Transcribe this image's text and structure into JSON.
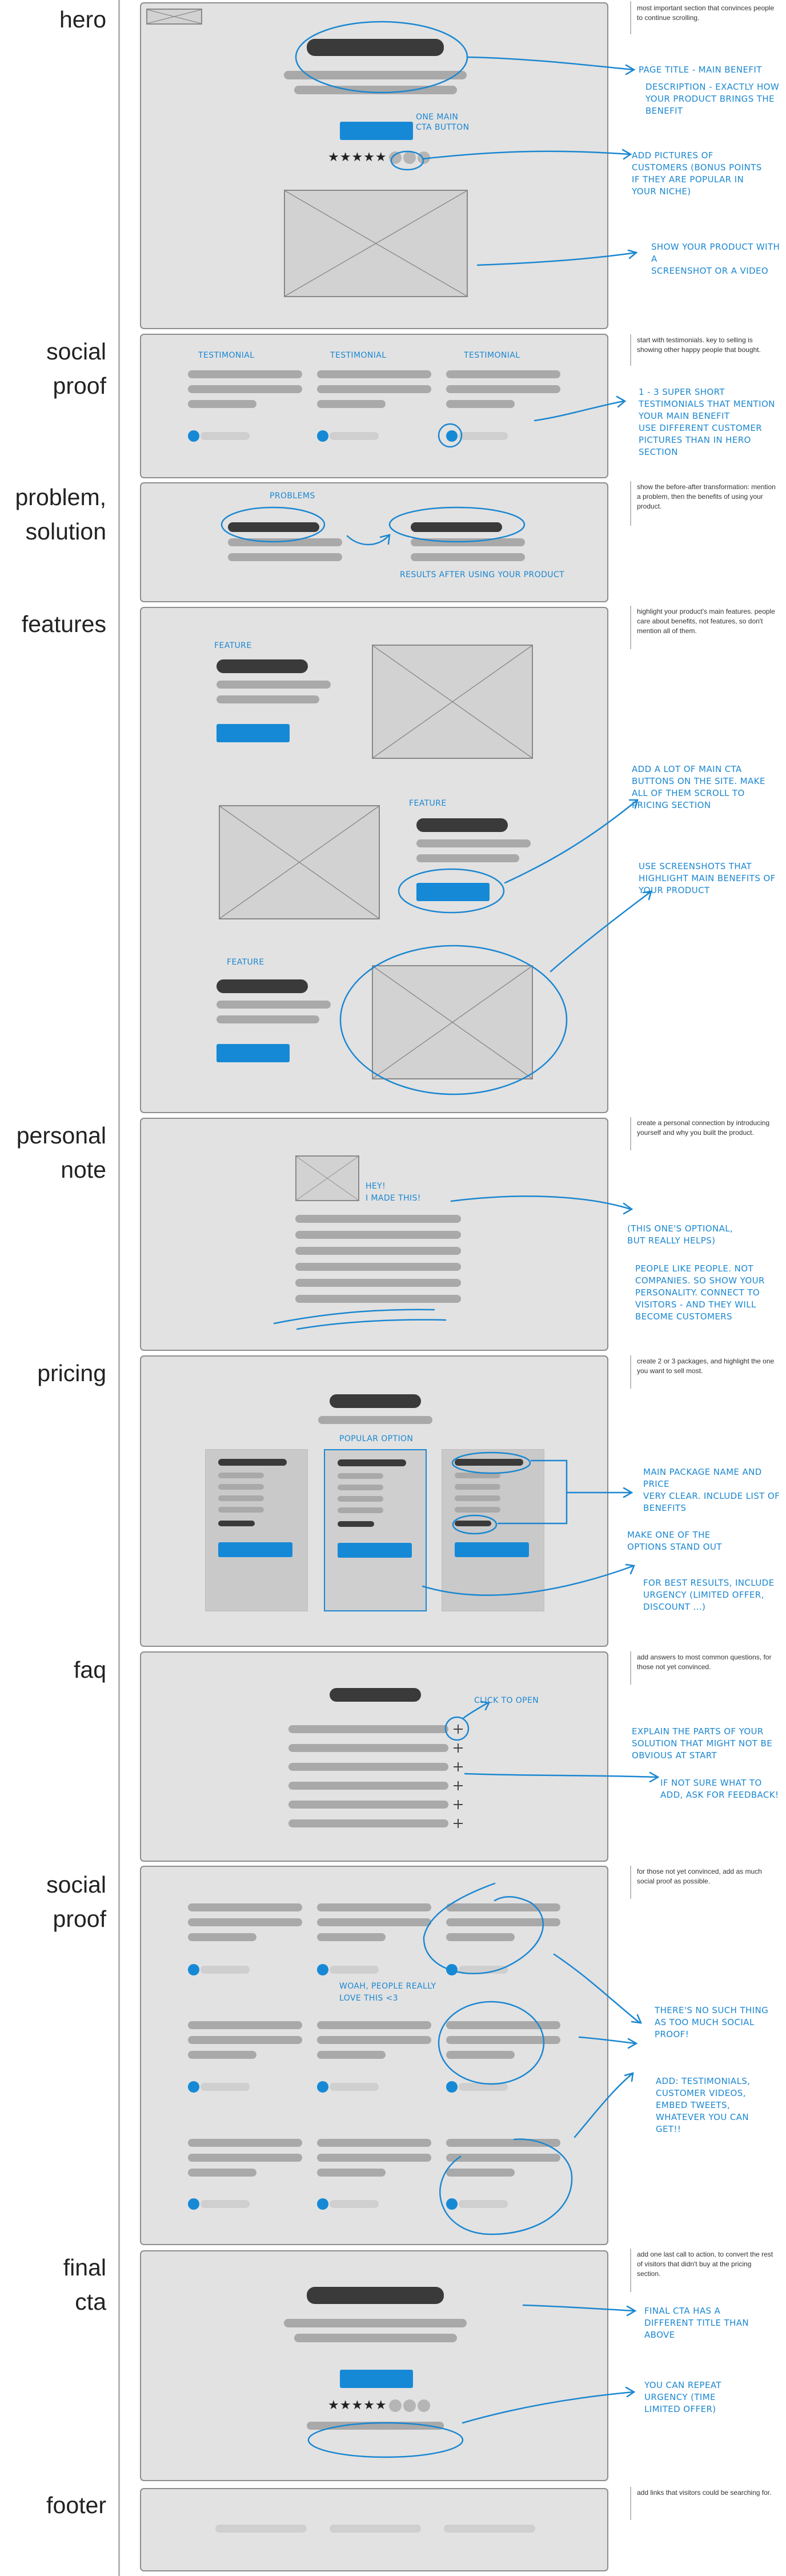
{
  "sections": [
    {
      "id": "hero",
      "label": "hero",
      "note": "most important section that convinces people to continue scrolling."
    },
    {
      "id": "social-proof",
      "label": "social\nproof",
      "note": "start with testimonials. key to selling is showing other happy people that bought."
    },
    {
      "id": "problem-solution",
      "label": "problem,\nsolution",
      "note": "show the before-after transformation: mention a problem, then the benefits of using your product."
    },
    {
      "id": "features",
      "label": "features",
      "note": "highlight your product's main features. people care about benefits, not features, so don't mention all of them."
    },
    {
      "id": "personal-note",
      "label": "personal\nnote",
      "note": "create a personal connection by introducing yourself and why you built the product."
    },
    {
      "id": "pricing",
      "label": "pricing",
      "note": "create 2 or 3 packages, and highlight the one you want to sell most."
    },
    {
      "id": "faq",
      "label": "faq",
      "note": "add answers to most common questions, for those not yet convinced."
    },
    {
      "id": "social-proof-2",
      "label": "social\nproof",
      "note": "for those not yet convinced, add as much social proof as possible."
    },
    {
      "id": "final-cta",
      "label": "final\ncta",
      "note": "add one last call to action, to convert the rest of visitors that didn't buy at the pricing section."
    },
    {
      "id": "footer",
      "label": "footer",
      "note": "add links that visitors could be searching for."
    }
  ],
  "hero": {
    "rating_stars": "★★★★★",
    "annotations": {
      "cta": "one main\ncta button",
      "title": "page title - main benefit",
      "description": "description - exactly how\nyour product brings the\nbenefit",
      "avatars": "add pictures of\ncustomers (bonus points\nif they are popular in\nyour niche)",
      "screenshot": "show your product with a\nscreenshot or a video"
    }
  },
  "social_proof": {
    "testimonial_labels": [
      "testimonial",
      "testimonial",
      "testimonial"
    ],
    "annotation": "1 - 3 super short\ntestimonials that mention\nyour main benefit\n   use different customer\n   pictures than in hero\n   section"
  },
  "problem_solution": {
    "problems_label": "problems",
    "results_label": "results after using your product"
  },
  "features": {
    "feature_labels": [
      "feature",
      "feature",
      "feature"
    ],
    "annotations": {
      "cta": "add a lot of main cta\nbuttons on the site. make\nall of them scroll to\npricing section",
      "screenshots": "use screenshots that\nhighlight main benefits of\nyour product"
    }
  },
  "personal_note": {
    "handwriting": "hey!\ni made this!",
    "optional": "(this one's optional,\nbut really helps)",
    "people": "people like people. not\ncompanies. so show your\npersonality. connect to\nvisitors - and they will\nbecome customers"
  },
  "pricing": {
    "popular_label": "popular option",
    "annotations": {
      "package": "main package name and price\nvery clear. include list of\nbenefits",
      "standout": "make one of the\noptions stand out",
      "urgency": "for best results, include\nurgency (limited offer,\ndiscount ...)"
    }
  },
  "faq": {
    "click_label": "click to open",
    "annotations": {
      "explain": "explain the parts of your\nsolution that might not be\nobvious at start",
      "feedback": "if not sure what to\nadd, ask for feedback!"
    }
  },
  "social_proof_2": {
    "woah": "woah, people really\nlove this <3",
    "annotations": {
      "no_such": "there's no such thing\nas too much social\nproof!",
      "add": "add: testimonials,\ncustomer videos,\nembed tweets,\nwhatever you can\nget!!"
    }
  },
  "final_cta": {
    "rating_stars": "★★★★★",
    "annotations": {
      "title": "final cta has a\ndifferent title than\nabove",
      "urgency": "you can repeat\nurgency (time\nlimited offer)"
    }
  },
  "colors": {
    "accent": "#1689d6",
    "annotation": "#1b87d1",
    "panel": "#e2e2e2"
  }
}
